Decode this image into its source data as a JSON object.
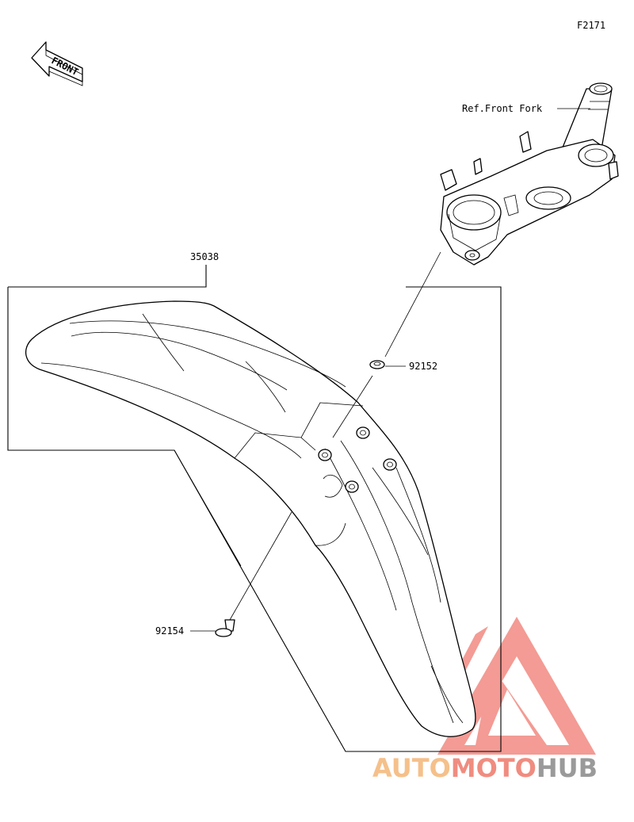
{
  "diagram": {
    "figure_code": "F2171",
    "direction_label": "FRONT",
    "reference_label": "Ref.Front Fork",
    "parts": [
      {
        "id": "fender",
        "number": "35038"
      },
      {
        "id": "washer",
        "number": "92152"
      },
      {
        "id": "bolt",
        "number": "92154"
      }
    ]
  },
  "watermark": {
    "part1": "AUTO",
    "part2": "MOTO",
    "part3": "HUB",
    "colors": {
      "auto": "#F5C08A",
      "moto": "#F08C80",
      "hub": "#9A9A9A",
      "logo": "#F28A82"
    }
  }
}
